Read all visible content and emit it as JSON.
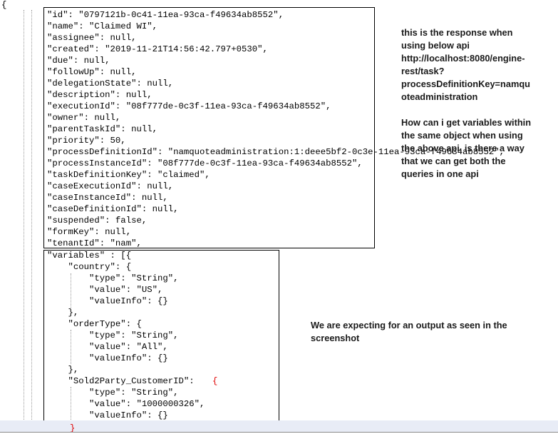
{
  "editor": {
    "open_brace": "{",
    "task_lines": [
      "\"id\": \"0797121b-0c41-11ea-93ca-f49634ab8552\",",
      "\"name\": \"Claimed WI\",",
      "\"assignee\": null,",
      "\"created\": \"2019-11-21T14:56:42.797+0530\",",
      "\"due\": null,",
      "\"followUp\": null,",
      "\"delegationState\": null,",
      "\"description\": null,",
      "\"executionId\": \"08f777de-0c3f-11ea-93ca-f49634ab8552\",",
      "\"owner\": null,",
      "\"parentTaskId\": null,",
      "\"priority\": 50,",
      "\"processDefinitionId\": \"namquoteadministration:1:deee5bf2-0c3e-11ea-93ca-f49634ab8552\",",
      "\"processInstanceId\": \"08f777de-0c3f-11ea-93ca-f49634ab8552\",",
      "\"taskDefinitionKey\": \"claimed\",",
      "\"caseExecutionId\": null,",
      "\"caseInstanceId\": null,",
      "\"caseDefinitionId\": null,",
      "\"suspended\": false,",
      "\"formKey\": null,",
      "\"tenantId\": \"nam\","
    ],
    "variable_lines": [
      "\"variables\" : [{",
      "    \"country\": {",
      "        \"type\": \"String\",",
      "        \"value\": \"US\",",
      "        \"valueInfo\": {}",
      "    },",
      "    \"orderType\": {",
      "        \"type\": \"String\",",
      "        \"value\": \"All\",",
      "        \"valueInfo\": {}",
      "    },",
      "    \"Sold2Party_CustomerID\": ",
      "        \"type\": \"String\",",
      "        \"value\": \"1000000326\",",
      "        \"valueInfo\": {}"
    ],
    "red_brace": "{",
    "cut_brace": "}"
  },
  "notes": {
    "response_note": [
      "this is the response when",
      "using below api",
      "http://localhost:8080/engine-",
      "rest/task?",
      "processDefinitionKey=namqu",
      "oteadministration"
    ],
    "question_note": [
      "How can i get variables within",
      "the same object when using",
      "the above api, is there a way",
      "that we can get both the",
      "queries in one api"
    ],
    "expected_note": [
      "We are expecting for an output as seen in the",
      "screenshot"
    ]
  }
}
